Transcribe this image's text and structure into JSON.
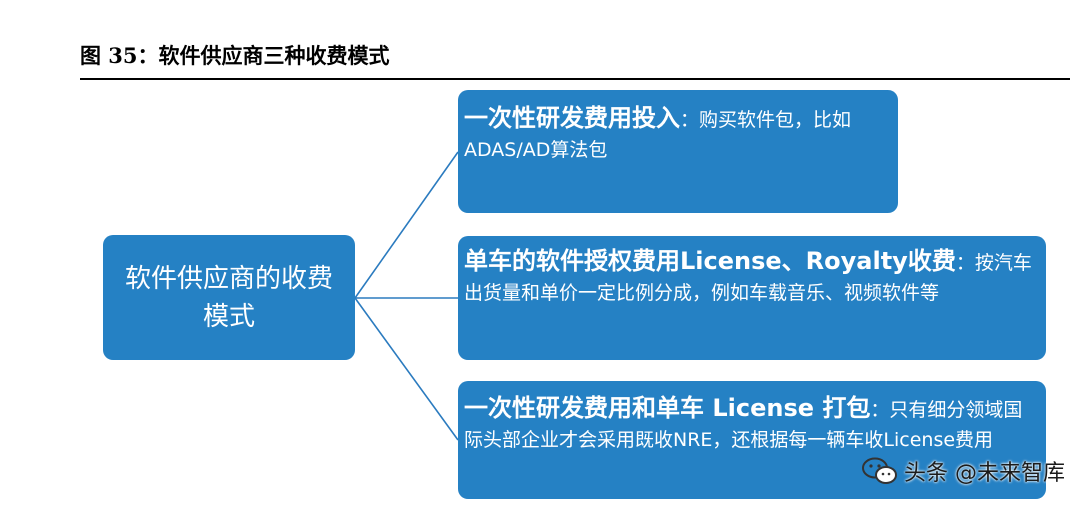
{
  "figure": {
    "title": "图 35：软件供应商三种收费模式"
  },
  "root": {
    "label": "软件供应商的收费模式"
  },
  "branches": [
    {
      "heading": "一次性研发费用投入",
      "body": "：购买软件包，比如ADAS/AD算法包"
    },
    {
      "heading": "单车的软件授权费用License、Royalty收费",
      "body": "：按汽车出货量和单价一定比例分成，例如车载音乐、视频软件等"
    },
    {
      "heading": "一次性研发费用和单车 License 打包",
      "body": "：只有细分领域国际头部企业才会采用既收NRE，还根据每一辆车收License费用"
    }
  ],
  "watermark": {
    "text": "头条 @未来智库",
    "icon": "wechat-icon"
  },
  "colors": {
    "box_fill": "#2581c4",
    "connector": "#2b7bbf",
    "text_on_box": "#ffffff"
  }
}
